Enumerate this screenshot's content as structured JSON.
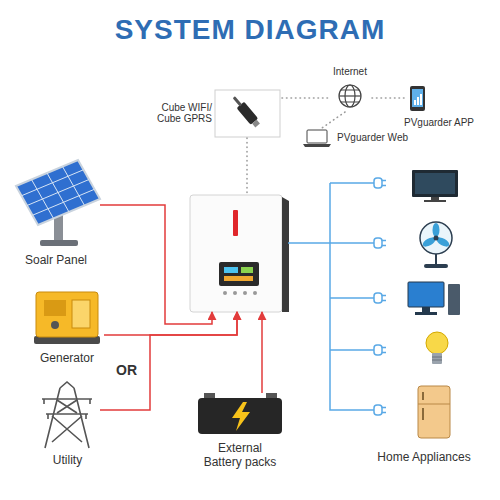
{
  "diagram": {
    "title": "SYSTEM DIAGRAM",
    "nodes": [
      {
        "text": [
          "Cube WIFI/ Cube GPRS"
        ]
      },
      {
        "text": [
          "Internet"
        ]
      },
      {
        "text": [
          "PVguarder APP"
        ]
      },
      {
        "text": [
          "PVguarder Web"
        ]
      },
      {
        "text": []
      },
      {
        "text": [
          "Soalr Panel"
        ]
      },
      {
        "text": [
          "Generator"
        ]
      },
      {
        "text": [
          "Utility"
        ]
      },
      {
        "text": [
          "External Battery packs"
        ]
      },
      {
        "text": [
          "Home Appliances"
        ]
      }
    ],
    "edges": [
      {
        "from": 0,
        "to": 1,
        "arrow": "none"
      },
      {
        "from": 1,
        "to": 2,
        "arrow": "none"
      },
      {
        "from": 1,
        "to": 3,
        "arrow": "none"
      },
      {
        "from": 0,
        "to": 4,
        "arrow": "none"
      },
      {
        "from": 5,
        "to": 4,
        "arrow": "to"
      },
      {
        "from": 6,
        "to": 4,
        "arrow": "to"
      },
      {
        "from": 7,
        "to": 4,
        "arrow": "to"
      },
      {
        "from": 8,
        "to": 4,
        "arrow": "to"
      },
      {
        "from": 4,
        "to": 9,
        "arrow": "none"
      }
    ],
    "labels": [
      "OR"
    ]
  }
}
